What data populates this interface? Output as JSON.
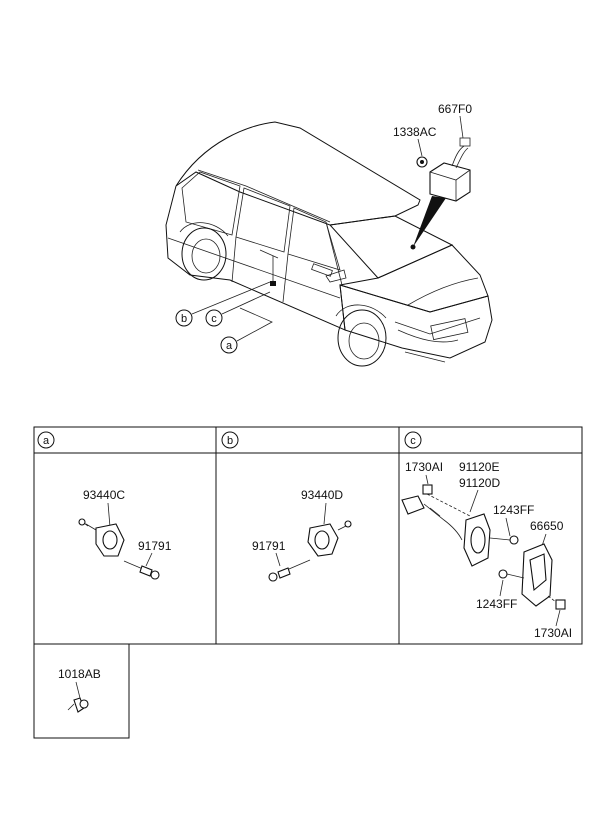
{
  "top_callouts": {
    "p667f0": "667F0",
    "p1338ac": "1338AC",
    "circle_b": "b",
    "circle_c": "c",
    "circle_a": "a"
  },
  "panels": [
    {
      "id": "a",
      "parts": [
        "93440C",
        "91791"
      ]
    },
    {
      "id": "b",
      "parts": [
        "93440D",
        "91791"
      ]
    },
    {
      "id": "c",
      "parts": [
        "1730AI",
        "91120E",
        "91120D",
        "1243FF",
        "66650",
        "1243FF",
        "1730AI"
      ]
    }
  ],
  "extra_box": {
    "part": "1018AB"
  }
}
